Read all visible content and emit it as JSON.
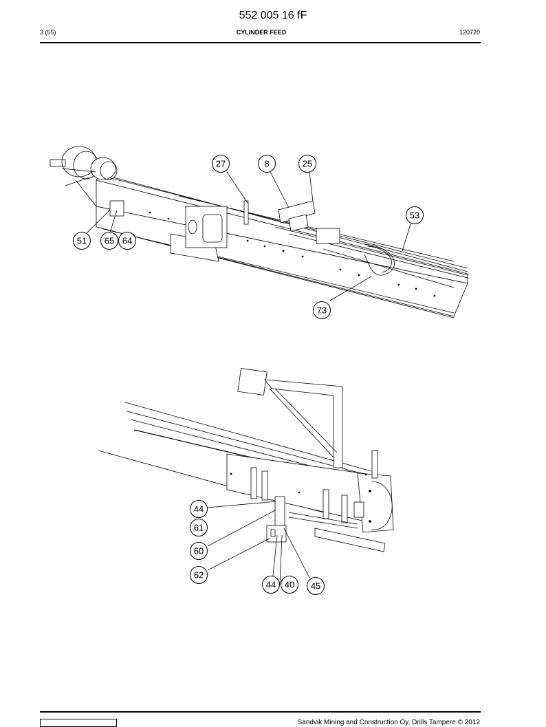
{
  "header": {
    "doc_number": "552 005 16 fF",
    "page": "3 (55)",
    "title": "CYLINDER FEED",
    "date": "120720"
  },
  "figure_top": {
    "callouts": [
      "27",
      "8",
      "25",
      "53",
      "51",
      "65",
      "64",
      "73"
    ]
  },
  "figure_bottom": {
    "callouts": [
      "44",
      "61",
      "60",
      "62",
      "44",
      "40",
      "45"
    ]
  },
  "footer": {
    "copyright": "Sandvik Mining and Construction Oy, Drills Tampere © 2012"
  }
}
